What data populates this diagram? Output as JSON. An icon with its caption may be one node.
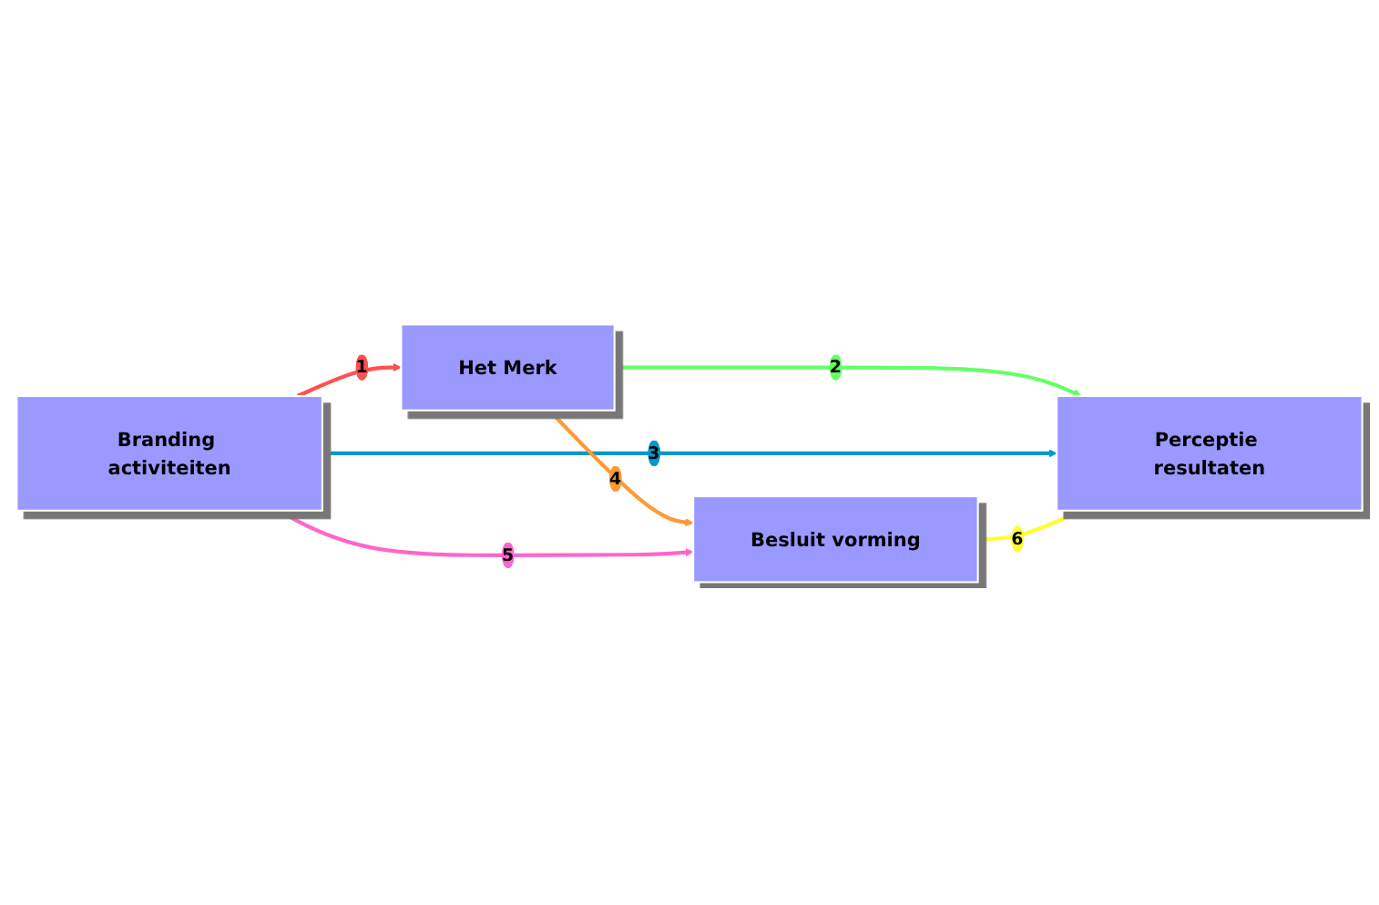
{
  "diagram": {
    "nodes": [
      {
        "text": [
          "Het Merk"
        ]
      },
      {
        "text": [
          "Branding activiteiten"
        ]
      },
      {
        "text": [
          "Perceptie resultaten"
        ]
      },
      {
        "text": [
          "Besluit vorming"
        ]
      }
    ],
    "edges": [
      {
        "from": 1,
        "to": 0,
        "arrow": "to",
        "label": "1",
        "color": "#ff5050"
      },
      {
        "from": 0,
        "to": 2,
        "arrow": "to",
        "label": "2",
        "color": "#66ff66"
      },
      {
        "from": 1,
        "to": 2,
        "arrow": "to",
        "label": "3",
        "color": "#0099cc"
      },
      {
        "from": 0,
        "to": 3,
        "arrow": "to",
        "label": "4",
        "color": "#ff9933"
      },
      {
        "from": 1,
        "to": 3,
        "arrow": "to",
        "label": "5",
        "color": "#ff66cc"
      },
      {
        "from": 3,
        "to": 2,
        "arrow": "to",
        "label": "6",
        "color": "#ffff33"
      }
    ]
  }
}
